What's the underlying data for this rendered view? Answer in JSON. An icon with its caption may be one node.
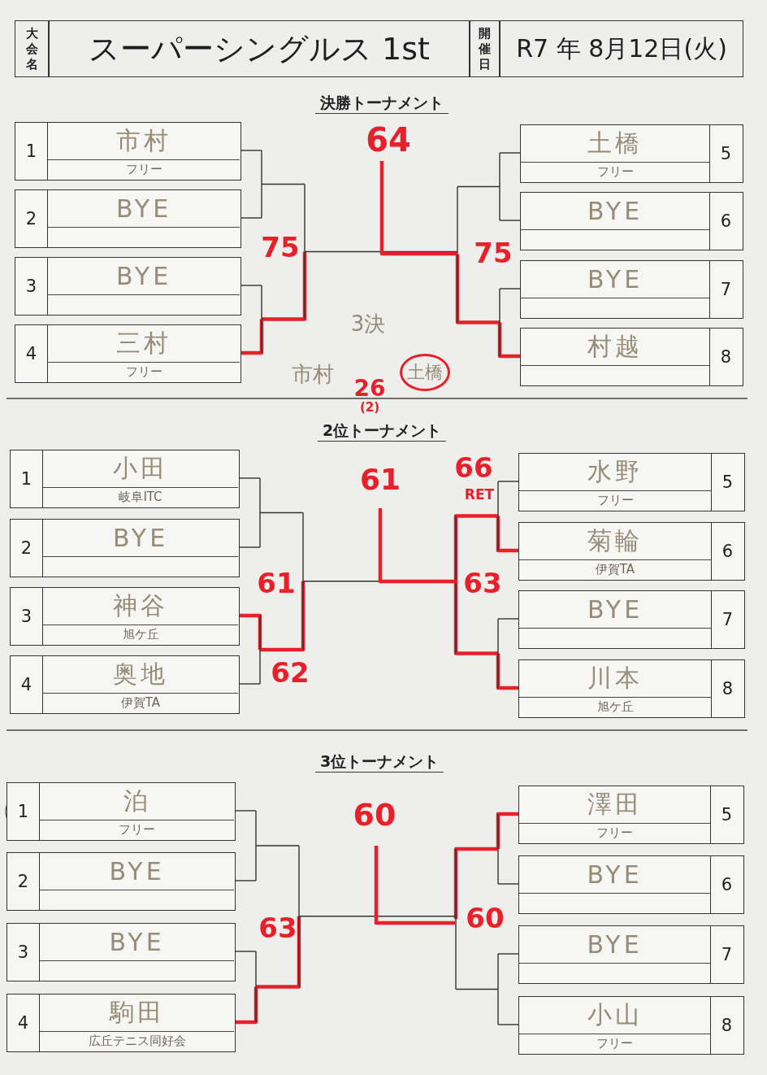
{
  "diagram": {
    "nodes": [
      {
        "text": [
          "大会名"
        ]
      },
      {
        "text": [
          "スーパーシングルス 1st"
        ]
      },
      {
        "text": [
          "開催日"
        ]
      },
      {
        "text": [
          "R7 年 8月12日(火)"
        ]
      },
      {
        "text": [
          "1",
          "市村",
          "フリー"
        ]
      },
      {
        "text": [
          "2",
          "BYE"
        ]
      },
      {
        "text": [
          "3",
          "BYE"
        ]
      },
      {
        "text": [
          "4",
          "三村",
          "フリー"
        ]
      },
      {
        "text": [
          "土橋",
          "フリー",
          "5"
        ]
      },
      {
        "text": [
          "BYE",
          "6"
        ]
      },
      {
        "text": [
          "BYE",
          "7"
        ]
      },
      {
        "text": [
          "村越",
          "8"
        ]
      },
      {
        "text": [
          "1",
          "小田",
          "岐阜ITC"
        ]
      },
      {
        "text": [
          "2",
          "BYE"
        ]
      },
      {
        "text": [
          "3",
          "神谷",
          "旭ケ丘"
        ]
      },
      {
        "text": [
          "4",
          "奥地",
          "伊賀TA"
        ]
      },
      {
        "text": [
          "水野",
          "フリー",
          "5"
        ]
      },
      {
        "text": [
          "菊輪",
          "伊賀TA",
          "6"
        ]
      },
      {
        "text": [
          "BYE",
          "7"
        ]
      },
      {
        "text": [
          "川本",
          "旭ケ丘",
          "8"
        ]
      },
      {
        "text": [
          "1",
          "泊",
          "フリー"
        ]
      },
      {
        "text": [
          "2",
          "BYE"
        ]
      },
      {
        "text": [
          "3",
          "BYE"
        ]
      },
      {
        "text": [
          "4",
          "駒田",
          "広丘テニス同好会"
        ]
      },
      {
        "text": [
          "澤田",
          "フリー",
          "5"
        ]
      },
      {
        "text": [
          "BYE",
          "6"
        ]
      },
      {
        "text": [
          "BYE",
          "7"
        ]
      },
      {
        "text": [
          "小山",
          "フリー",
          "8"
        ]
      },
      {
        "text": [],
        "shape": "bar"
      },
      {
        "text": [],
        "shape": "bar"
      },
      {
        "text": [],
        "shape": "bar",
        "beside": [
          "75"
        ]
      },
      {
        "text": [],
        "shape": "bar"
      },
      {
        "text": [],
        "shape": "bar"
      },
      {
        "text": [],
        "shape": "bar",
        "beside": [
          "75"
        ]
      },
      {
        "text": [],
        "shape": "bar"
      },
      {
        "text": [],
        "shape": "bar",
        "beside": [
          "62"
        ]
      },
      {
        "text": [],
        "shape": "bar",
        "beside": [
          "61"
        ]
      },
      {
        "text": [],
        "shape": "bar",
        "beside": [
          "66",
          "RET"
        ]
      },
      {
        "text": [],
        "shape": "bar"
      },
      {
        "text": [],
        "shape": "bar",
        "beside": [
          "63"
        ]
      },
      {
        "text": [],
        "shape": "bar"
      },
      {
        "text": [],
        "shape": "bar"
      },
      {
        "text": [],
        "shape": "bar",
        "beside": [
          "63"
        ]
      },
      {
        "text": [],
        "shape": "bar"
      },
      {
        "text": [],
        "shape": "bar"
      },
      {
        "text": [],
        "shape": "bar",
        "beside": [
          "60"
        ]
      }
    ],
    "edges": [
      {
        "from": 4,
        "to": 28,
        "arrow": "none"
      },
      {
        "from": 5,
        "to": 28,
        "arrow": "none"
      },
      {
        "from": 6,
        "to": 29,
        "arrow": "none"
      },
      {
        "from": 7,
        "to": 29,
        "arrow": "none",
        "style": "thick",
        "color": "#e8202a"
      },
      {
        "from": 28,
        "to": 30,
        "arrow": "none"
      },
      {
        "from": 29,
        "to": 30,
        "arrow": "none",
        "style": "thick",
        "color": "#e8202a"
      },
      {
        "from": 8,
        "to": 31,
        "arrow": "none"
      },
      {
        "from": 9,
        "to": 31,
        "arrow": "none"
      },
      {
        "from": 10,
        "to": 32,
        "arrow": "none"
      },
      {
        "from": 11,
        "to": 32,
        "arrow": "none",
        "style": "thick",
        "color": "#e8202a"
      },
      {
        "from": 31,
        "to": 33,
        "arrow": "none"
      },
      {
        "from": 32,
        "to": 33,
        "arrow": "none",
        "style": "thick",
        "color": "#e8202a"
      },
      {
        "from": 30,
        "to": 33,
        "arrow": "none"
      },
      {
        "from": 12,
        "to": 34,
        "arrow": "none"
      },
      {
        "from": 13,
        "to": 34,
        "arrow": "none"
      },
      {
        "from": 14,
        "to": 35,
        "arrow": "none",
        "style": "thick",
        "color": "#e8202a"
      },
      {
        "from": 15,
        "to": 35,
        "arrow": "none"
      },
      {
        "from": 34,
        "to": 36,
        "arrow": "none"
      },
      {
        "from": 35,
        "to": 36,
        "arrow": "none",
        "style": "thick",
        "color": "#e8202a"
      },
      {
        "from": 16,
        "to": 37,
        "arrow": "none"
      },
      {
        "from": 17,
        "to": 37,
        "arrow": "none",
        "style": "thick",
        "color": "#e8202a"
      },
      {
        "from": 18,
        "to": 38,
        "arrow": "none"
      },
      {
        "from": 19,
        "to": 38,
        "arrow": "none",
        "style": "thick",
        "color": "#e8202a"
      },
      {
        "from": 37,
        "to": 39,
        "arrow": "none",
        "style": "thick",
        "color": "#e8202a"
      },
      {
        "from": 38,
        "to": 39,
        "arrow": "none",
        "style": "thick",
        "color": "#e8202a"
      },
      {
        "from": 36,
        "to": 39,
        "arrow": "none"
      },
      {
        "from": 20,
        "to": 40,
        "arrow": "none"
      },
      {
        "from": 21,
        "to": 40,
        "arrow": "none"
      },
      {
        "from": 22,
        "to": 41,
        "arrow": "none"
      },
      {
        "from": 23,
        "to": 41,
        "arrow": "none",
        "style": "thick",
        "color": "#e8202a"
      },
      {
        "from": 40,
        "to": 42,
        "arrow": "none"
      },
      {
        "from": 41,
        "to": 42,
        "arrow": "none",
        "style": "thick",
        "color": "#e8202a"
      },
      {
        "from": 24,
        "to": 43,
        "arrow": "none",
        "style": "thick",
        "color": "#e8202a"
      },
      {
        "from": 25,
        "to": 43,
        "arrow": "none"
      },
      {
        "from": 26,
        "to": 44,
        "arrow": "none"
      },
      {
        "from": 27,
        "to": 44,
        "arrow": "none"
      },
      {
        "from": 43,
        "to": 45,
        "arrow": "none",
        "style": "thick",
        "color": "#e8202a"
      },
      {
        "from": 44,
        "to": 45,
        "arrow": "none"
      },
      {
        "from": 42,
        "to": 45,
        "arrow": "none"
      }
    ],
    "labels": [
      "決勝トーナメント",
      "64",
      "3決",
      "市村",
      "土橋",
      "26",
      "(2)",
      "2位トーナメント",
      "61",
      "3位トーナメント",
      "60"
    ]
  }
}
